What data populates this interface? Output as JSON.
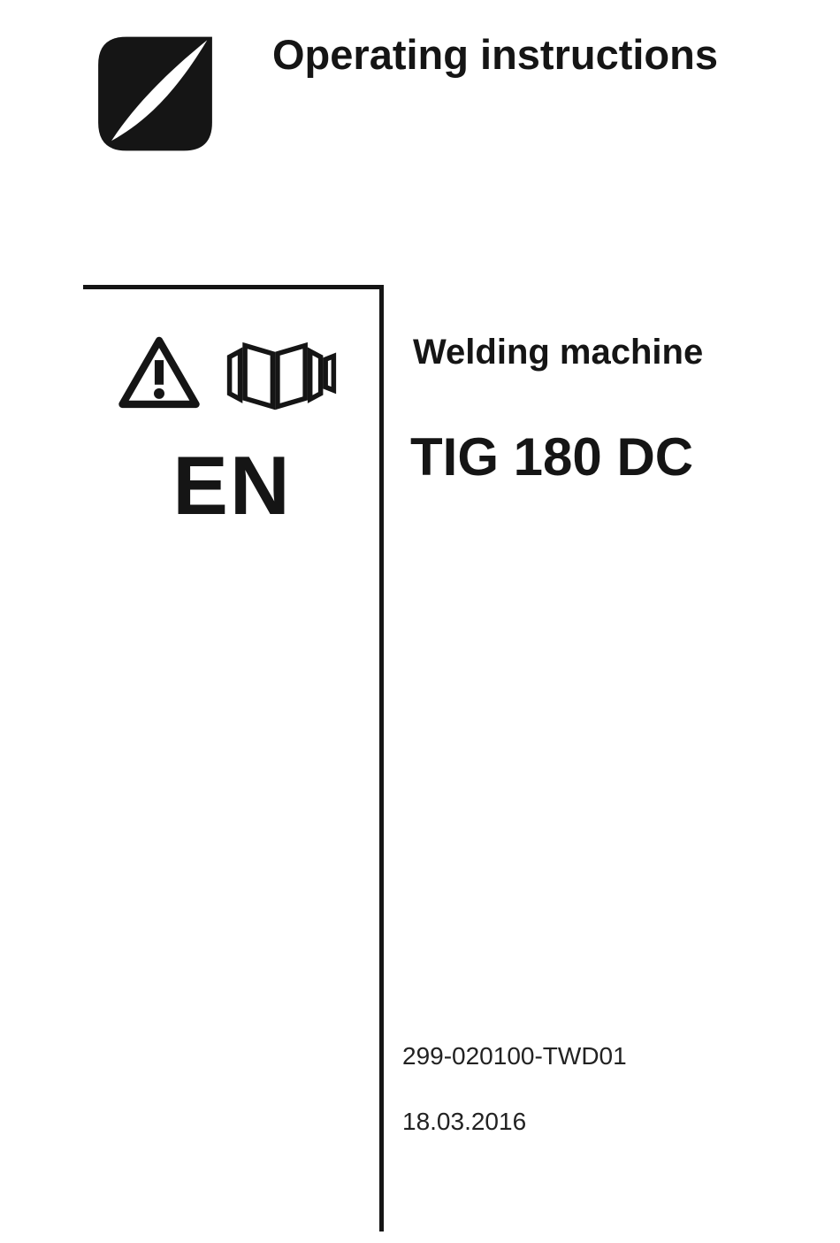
{
  "header": {
    "title": "Operating instructions",
    "logo_icon": "brand-logo"
  },
  "left_panel": {
    "warning_icon": "warning-triangle-icon",
    "manual_icon": "read-manual-book-icon",
    "language_code": "EN"
  },
  "right_panel": {
    "machine_type": "Welding machine",
    "model": "TIG 180 DC",
    "document_number": "299-020100-TWD01",
    "date": "18.03.2016"
  },
  "colors": {
    "ink": "#151515",
    "background": "#ffffff"
  }
}
